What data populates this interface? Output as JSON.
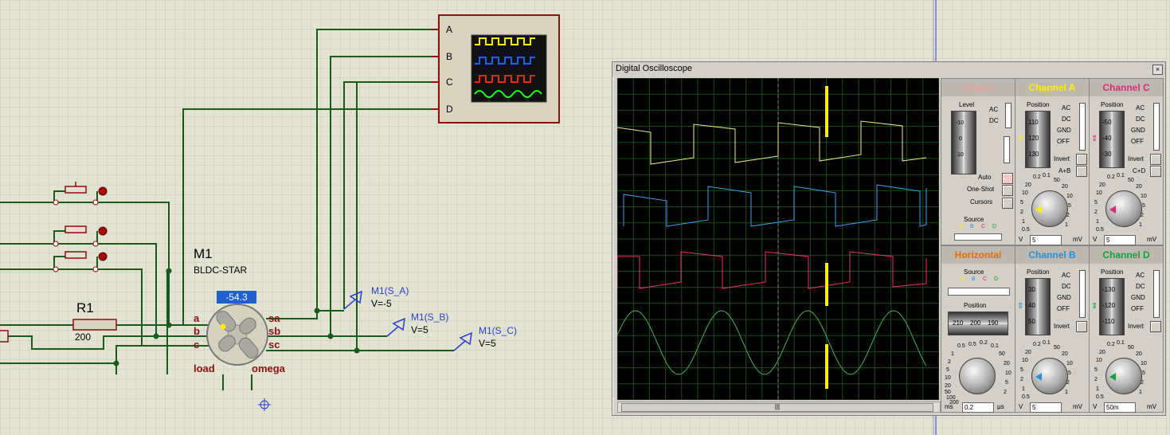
{
  "schematic": {
    "scope_channels": [
      "A",
      "B",
      "C",
      "D"
    ],
    "motor": {
      "ref": "M1",
      "type": "BLDC-STAR",
      "speed": "-54.3",
      "left_pins": [
        "a",
        "b",
        "c"
      ],
      "right_pins": [
        "sa",
        "sb",
        "sc"
      ],
      "bottom_pins": [
        "load",
        "omega"
      ]
    },
    "resistor": {
      "ref": "R1",
      "value": "200"
    },
    "probes": [
      {
        "name": "M1(S_A)",
        "value": "V=-5"
      },
      {
        "name": "M1(S_B)",
        "value": "V=5"
      },
      {
        "name": "M1(S_C)",
        "value": "V=5"
      }
    ]
  },
  "oscilloscope": {
    "title": "Digital Oscilloscope",
    "close": "×",
    "trigger": {
      "title": "Trigger",
      "level_label": "Level",
      "level_ticks": [
        "-10",
        "0",
        "10"
      ],
      "coupling": [
        "AC",
        "DC"
      ],
      "modes": [
        "Auto",
        "One-Shot",
        "Cursors"
      ],
      "source_label": "Source",
      "source_options": [
        "A",
        "B",
        "C",
        "D"
      ]
    },
    "horizontal": {
      "title": "Horizontal",
      "source_label": "Source",
      "source_options": [
        "A",
        "B",
        "C",
        "D"
      ],
      "position_label": "Position",
      "position_ticks": [
        "210",
        "200",
        "190"
      ],
      "dial_labels": [
        "0.5",
        "0.2",
        "0.1",
        "50",
        "20",
        "10",
        "5",
        "2",
        "1",
        "0.5",
        "1",
        "2",
        "5",
        "10",
        "20",
        "50",
        "100",
        "200"
      ],
      "unit_left": "ms",
      "value": "0.2",
      "unit_right": "µs"
    },
    "channels": [
      {
        "id": "A",
        "title": "Channel A",
        "color": "#ffee00",
        "position_label": "Position",
        "ticks": [
          "110",
          "120",
          "130"
        ],
        "modes": [
          "AC",
          "DC",
          "GND",
          "OFF"
        ],
        "invert": "Invert",
        "extra": "A+B",
        "dial": [
          "0.2",
          "0.1",
          "50",
          "20",
          "10",
          "5",
          "2",
          "1",
          "0.5",
          "1",
          "2",
          "5",
          "10",
          "20"
        ],
        "unit_left": "V",
        "value": "5",
        "unit_right": "mV"
      },
      {
        "id": "B",
        "title": "Channel B",
        "color": "#2a8fd8",
        "position_label": "Position",
        "ticks": [
          "30",
          "40",
          "50"
        ],
        "modes": [
          "AC",
          "DC",
          "GND",
          "OFF"
        ],
        "invert": "Invert",
        "extra": "",
        "dial": [
          "0.2",
          "0.1",
          "50",
          "20",
          "10",
          "5",
          "2",
          "1",
          "0.5",
          "1",
          "2",
          "5",
          "10",
          "20"
        ],
        "unit_left": "V",
        "value": "5",
        "unit_right": "mV"
      },
      {
        "id": "C",
        "title": "Channel C",
        "color": "#e0287a",
        "position_label": "Position",
        "ticks": [
          "-50",
          "-40",
          "-30"
        ],
        "modes": [
          "AC",
          "DC",
          "GND",
          "OFF"
        ],
        "invert": "Invert",
        "extra": "C+D",
        "dial": [
          "0.2",
          "0.1",
          "50",
          "20",
          "10",
          "5",
          "2",
          "1",
          "0.5",
          "1",
          "2",
          "5",
          "10",
          "20"
        ],
        "unit_left": "V",
        "value": "5",
        "unit_right": "mV"
      },
      {
        "id": "D",
        "title": "Channel D",
        "color": "#18a040",
        "position_label": "Position",
        "ticks": [
          "-130",
          "-120",
          "-110"
        ],
        "modes": [
          "AC",
          "DC",
          "GND",
          "OFF"
        ],
        "invert": "Invert",
        "extra": "",
        "dial": [
          "0.2",
          "0.1",
          "50",
          "20",
          "10",
          "5",
          "2",
          "1",
          "0.5",
          "1",
          "2",
          "5",
          "10",
          "20"
        ],
        "unit_left": "V",
        "value": "50m",
        "unit_right": "mV"
      }
    ],
    "scroll_grip": "|||"
  }
}
